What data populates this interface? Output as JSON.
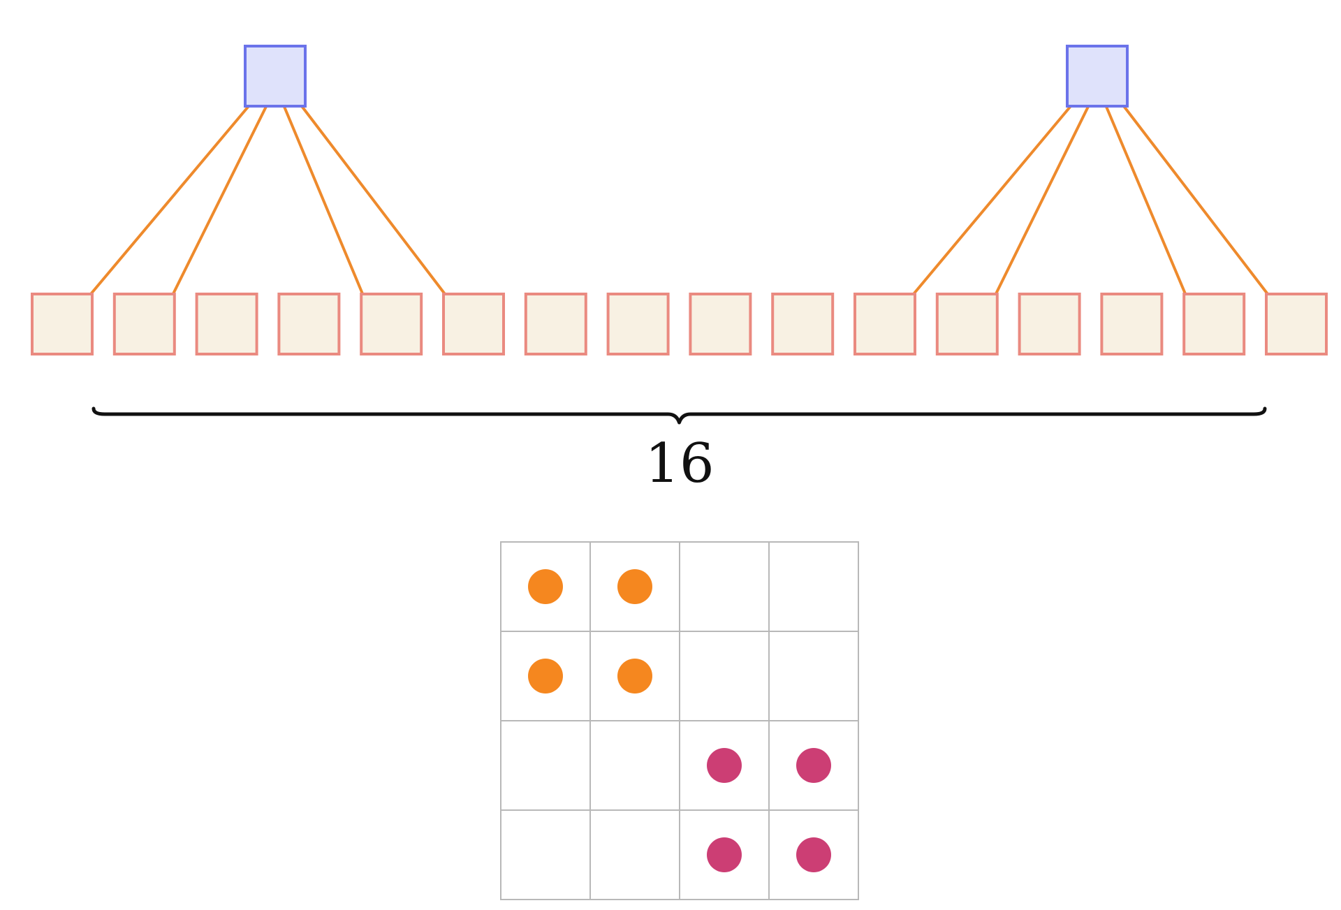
{
  "colors": {
    "parent_fill": "#dfe2fb",
    "parent_stroke": "#6b73ea",
    "leaf_fill": "#f8f1e3",
    "leaf_stroke": "#ea8a80",
    "edge": "#ee8a2c",
    "brace": "#111111",
    "grid_line": "#b8b8b8",
    "dot_orange": "#f5871f",
    "dot_magenta": "#cc3e74"
  },
  "tree": {
    "leaf_count": 16,
    "parents": [
      {
        "id": "left",
        "children": [
          0,
          1,
          4,
          5
        ]
      },
      {
        "id": "right",
        "children": [
          10,
          11,
          14,
          15
        ]
      }
    ]
  },
  "brace": {
    "label": "16"
  },
  "grid": {
    "rows": 4,
    "cols": 4,
    "dots": [
      {
        "row": 0,
        "col": 0,
        "color": "orange"
      },
      {
        "row": 0,
        "col": 1,
        "color": "orange"
      },
      {
        "row": 1,
        "col": 0,
        "color": "orange"
      },
      {
        "row": 1,
        "col": 1,
        "color": "orange"
      },
      {
        "row": 2,
        "col": 2,
        "color": "magenta"
      },
      {
        "row": 2,
        "col": 3,
        "color": "magenta"
      },
      {
        "row": 3,
        "col": 2,
        "color": "magenta"
      },
      {
        "row": 3,
        "col": 3,
        "color": "magenta"
      }
    ]
  }
}
